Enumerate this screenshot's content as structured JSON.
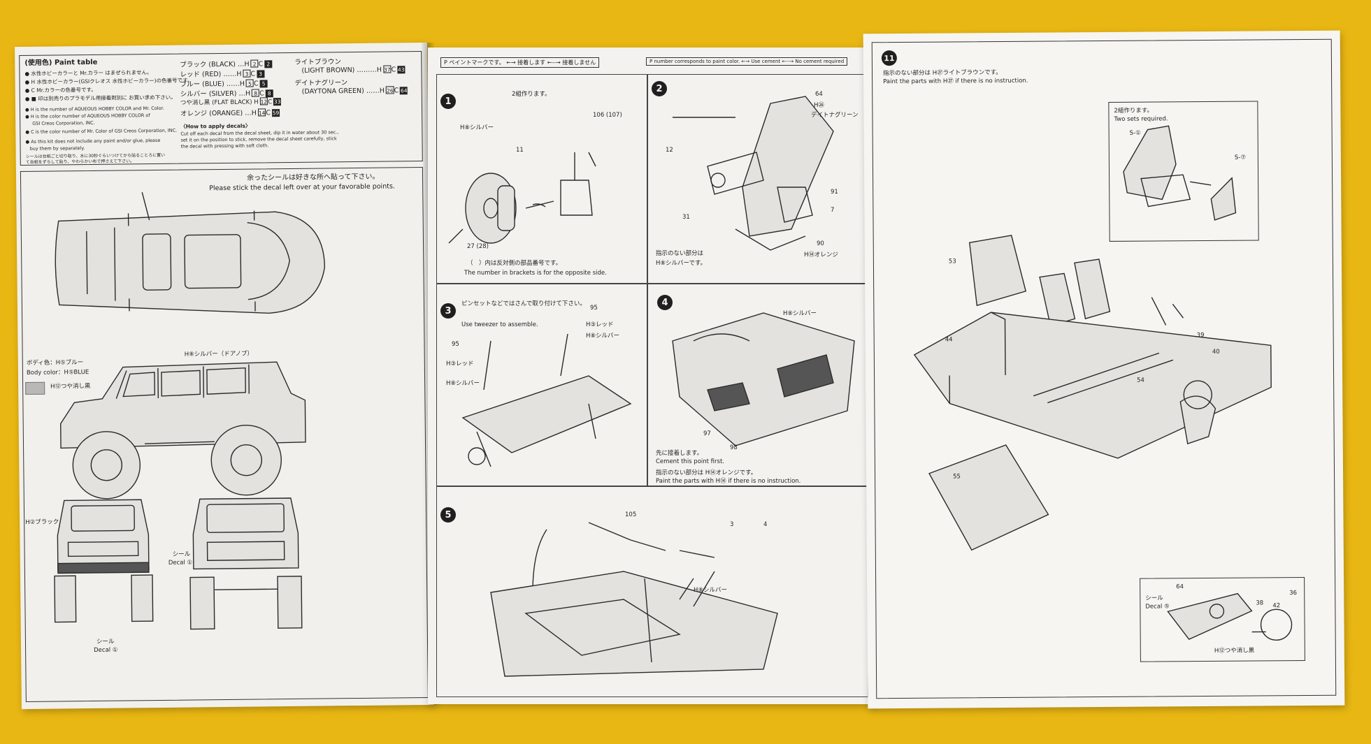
{
  "left_page": {
    "paint_table_title": "(使用色) Paint table",
    "paint_notes": [
      "● 水性ホビーカラーと Mr.カラー はまぜられません。",
      "● H 水性ホビーカラー(GSIクレオス 水性ホビーカラー)の色番号です。",
      "● C Mr.カラーの色番号です。",
      "● ■ 印は別売りのプラモデル用接着剤別に お買い求め下さい。",
      "● H is the number of AQUEOUS HOBBY COLOR and Mr. Color.",
      "● H is the color number of AQUEOUS HOBBY COLOR of",
      "GSI Creos Corporation, INC.",
      "● C is the color number of Mr. Color of GSI Creos Corporation, INC.",
      "● As this kit does not include any paint and/or glue, please",
      "buy them by separately."
    ],
    "paints": [
      {
        "name": "ブラック (BLACK)",
        "h": "2",
        "c": "2"
      },
      {
        "name": "レッド (RED)",
        "h": "3",
        "c": "3"
      },
      {
        "name": "ブルー (BLUE)",
        "h": "5",
        "c": "5"
      },
      {
        "name": "シルバー (SILVER)",
        "h": "8",
        "c": "8"
      },
      {
        "name": "つや消し黒 (FLAT BLACK)",
        "h": "12",
        "c": "33"
      },
      {
        "name": "オレンジ (ORANGE)",
        "h": "14",
        "c": "59"
      }
    ],
    "paints_right": [
      {
        "name": "ライトブラウン",
        "sub": "(LIGHT BROWN)",
        "h": "37",
        "c": "43"
      },
      {
        "name": "デイトナグリーン",
        "sub": "(DAYTONA GREEN)",
        "h": "26",
        "c": "64"
      }
    ],
    "decal_title": "〈How to apply decals〉",
    "decal_text": [
      "Cut off each decal from the decal sheet, dip it in water about 30 sec.,",
      "set it on the position to stick, remove the decal sheet carefully, stick",
      "the decal with pressing with soft cloth."
    ],
    "decal_jp": [
      "シールは台紙ごと切り取り、水に30秒ぐらいつけてから貼ることろに置い",
      "て台紙をずらして貼り、やわらかい布で押さえて下さい。"
    ],
    "sticker_note_jp": "余ったシールは好きな所へ貼って下さい。",
    "sticker_note_en": "Please stick the decal left over at your favorable points.",
    "body_color_jp": "ボディ色：H⑤ブルー",
    "body_color_en": "Body color：H⑤BLUE",
    "flat_black_legend": "H⑫つや消し黒",
    "silver_door_label": "H⑧シルバー（ドアノブ）",
    "black_label": "H②ブラック",
    "decal_label_jp": "シール",
    "decal_label_en": "Decal ①"
  },
  "middle_page": {
    "legend_paint_mark": "P ペイントマークです。",
    "legend_cement": "接着します",
    "legend_no_cement": "接着しません",
    "legend_number_en": "P number corresponds to paint color.",
    "legend_use_cement": "Use cement",
    "legend_no_cement_en": "No cement required",
    "steps": [
      {
        "num": "1",
        "note_top": "2組作ります。",
        "labels": [
          "H⑧シルバー",
          "106 (107)",
          "11",
          "27 (28)"
        ],
        "bracket_note_jp": "（　）内は反対側の部品番号です。",
        "bracket_note_en": "The number in brackets is for the opposite side."
      },
      {
        "num": "2",
        "labels": [
          "64",
          "H㉖",
          "デイトナグリーン",
          "12",
          "31",
          "91",
          "7",
          "90",
          "H⑭オレンジ"
        ],
        "instr_jp": "指示のない部分は",
        "instr_jp2": "H⑧シルバーです。"
      },
      {
        "num": "3",
        "note_jp": "ピンセットなどではさんで取り付けて下さい。",
        "note_en": "Use tweezer to assemble.",
        "labels": [
          "95",
          "H③レッド",
          "H⑧シルバー",
          "95",
          "H③レッド",
          "H⑧シルバー"
        ]
      },
      {
        "num": "4",
        "labels": [
          "H⑧シルバー",
          "97",
          "98"
        ],
        "first_jp": "先に接着します。",
        "first_en": "Cement this point first.",
        "instr_jp": "指示のない部分は H⑭オレンジです。",
        "instr_en": "Paint the parts with H⑭ if there is no instruction."
      },
      {
        "num": "5",
        "labels": [
          "105",
          "3",
          "4",
          "H⑧シルバー"
        ]
      }
    ]
  },
  "right_page": {
    "step_num": "11",
    "instr_jp": "指示のない部分は H㉗ライトブラウンです。",
    "instr_en": "Paint the parts with H㉗ if there is no instruction.",
    "inset_title_jp": "2組作ります。",
    "inset_title_en": "Two sets required.",
    "inset_labels": [
      "S-①",
      "S-⑦"
    ],
    "part_labels": [
      "53",
      "44",
      "39",
      "40",
      "54",
      "55"
    ],
    "dash_labels": [
      "64",
      "36",
      "38",
      "42"
    ],
    "dash_decal_jp": "シール",
    "dash_decal_en": "Decal ⑤",
    "dash_flat_black": "H⑫つや消し黒"
  },
  "colors": {
    "background": "#e9b713",
    "paper": "#f1f0ec",
    "ink": "#1f1f1f"
  }
}
